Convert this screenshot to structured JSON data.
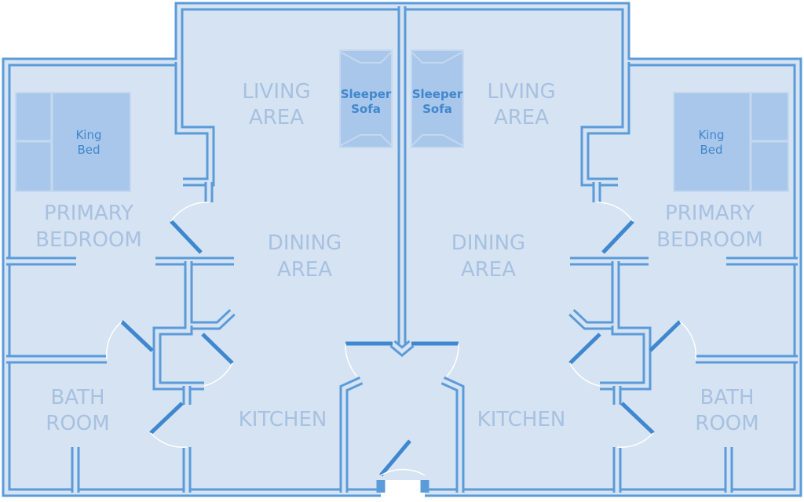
{
  "plan": {
    "colors": {
      "floor": "#d6e3f3",
      "wall": "#5b9bd8",
      "door": "#3f87cf",
      "room_text": "#a7c1e0",
      "furniture": "#a9c7ea",
      "furniture_text": "#3f87cf"
    },
    "left_unit": {
      "living": [
        "LIVING",
        "AREA"
      ],
      "dining": [
        "DINING",
        "AREA"
      ],
      "kitchen": "KITCHEN",
      "bedroom": [
        "PRIMARY",
        "BEDROOM"
      ],
      "bath": [
        "BATH",
        "ROOM"
      ],
      "bed": [
        "King",
        "Bed"
      ],
      "sofa": [
        "Sleeper",
        "Sofa"
      ]
    },
    "right_unit": {
      "living": [
        "LIVING",
        "AREA"
      ],
      "dining": [
        "DINING",
        "AREA"
      ],
      "kitchen": "KITCHEN",
      "bedroom": [
        "PRIMARY",
        "BEDROOM"
      ],
      "bath": [
        "BATH",
        "ROOM"
      ],
      "bed": [
        "King",
        "Bed"
      ],
      "sofa": [
        "Sleeper",
        "Sofa"
      ]
    }
  }
}
